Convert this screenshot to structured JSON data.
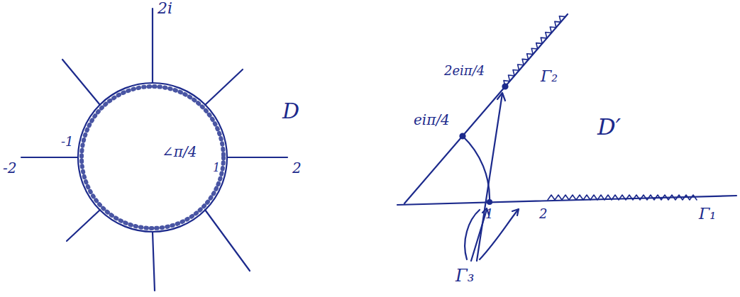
{
  "diagram": {
    "labels": [
      "2i",
      "D",
      "-2",
      "-1",
      "1",
      "2",
      "∠π/4",
      "eiπ/4",
      "2eiπ/4",
      "Γ₂",
      "D′",
      "1",
      "2",
      "Γ₁",
      "Γ₃"
    ]
  }
}
